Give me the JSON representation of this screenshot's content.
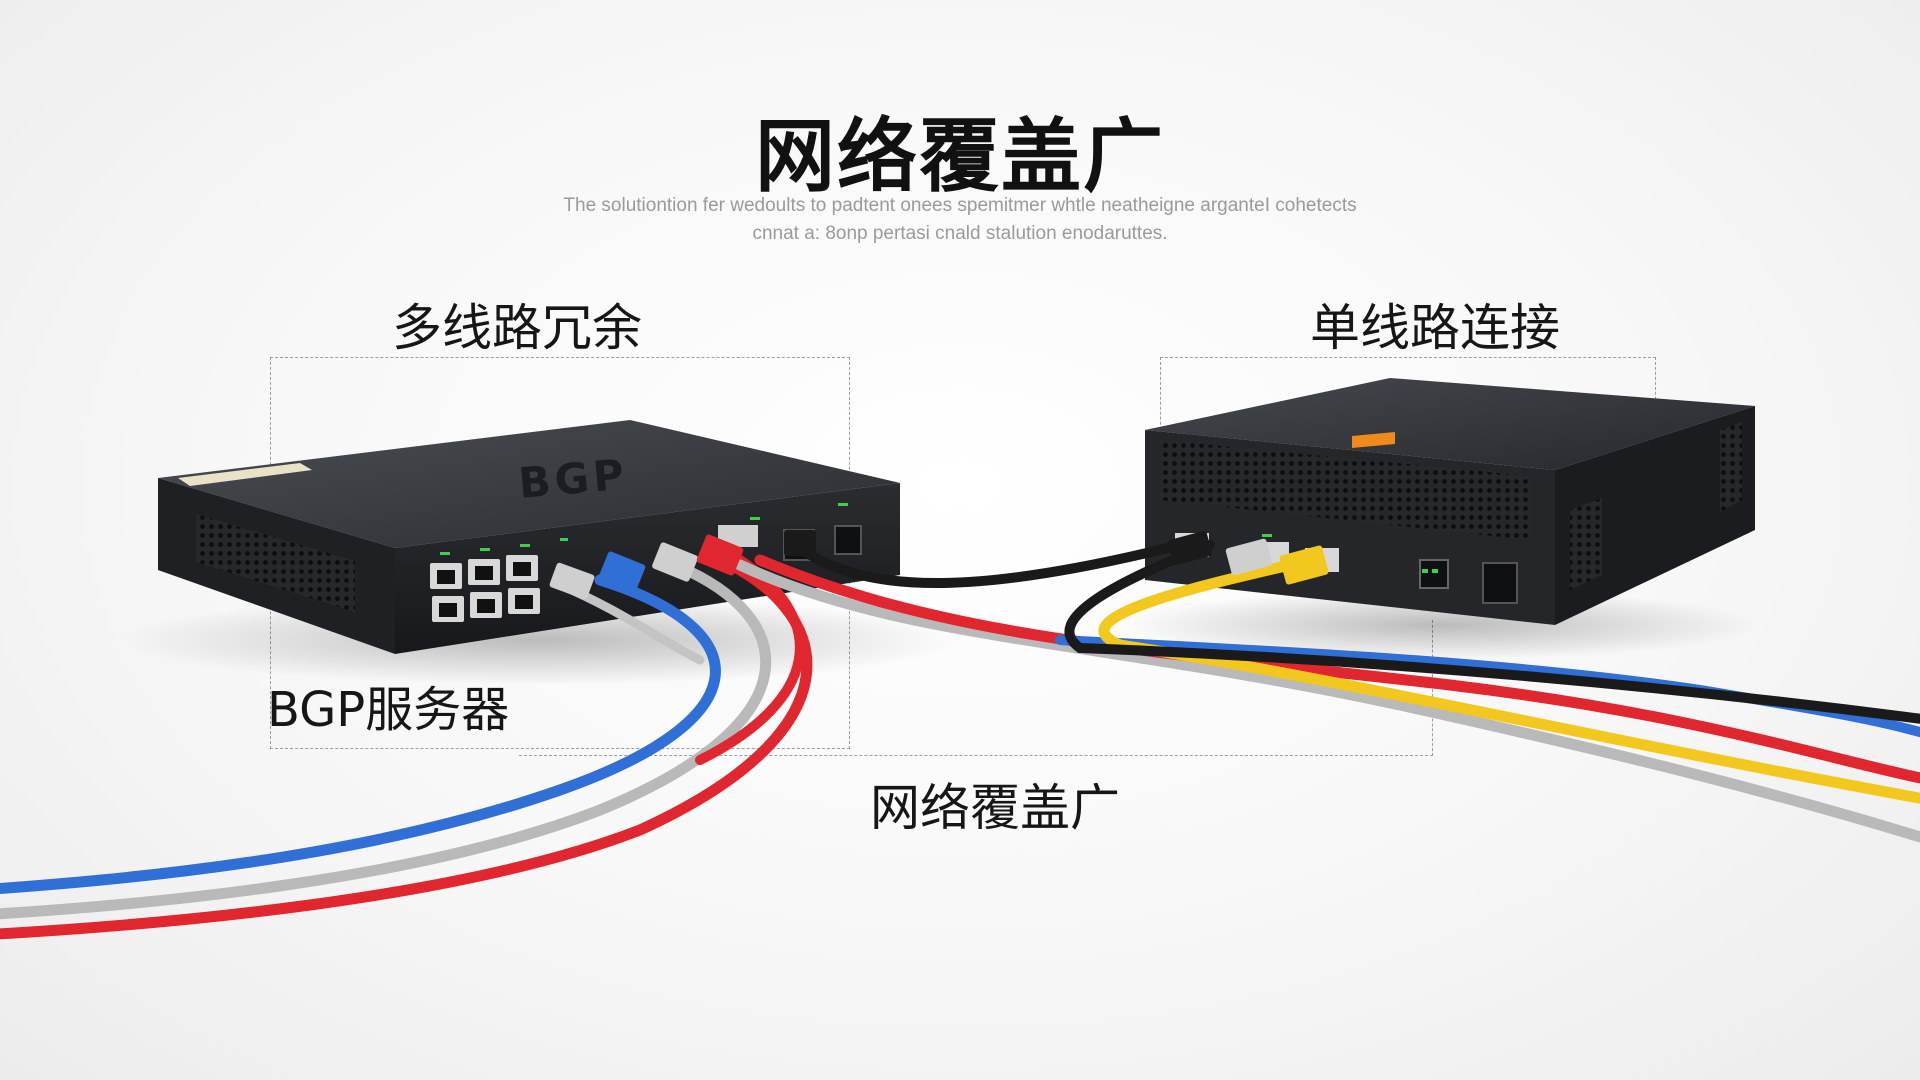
{
  "header": {
    "title": "网络覆盖广",
    "subtitle": "The solutiontion fer wedoults to padtent onees spemitmer whtle neatheigne arganteI cohetects cnnat a: 8onp pertasi cnald stalution enodaruttes."
  },
  "labels": {
    "left_group": "多线路冗余",
    "right_group": "单线路连接",
    "server": "BGP服务器",
    "bottom": "网络覆盖广"
  },
  "devices": {
    "left_device_logo": "BGP"
  },
  "colors": {
    "cable_blue": "#2f6fd6",
    "cable_red": "#e0262e",
    "cable_gray": "#b9b9b9",
    "cable_black": "#1a1a1a",
    "cable_yellow": "#f2c81e",
    "device_body": "#2b2d31",
    "accent_orange": "#f08a1c"
  }
}
